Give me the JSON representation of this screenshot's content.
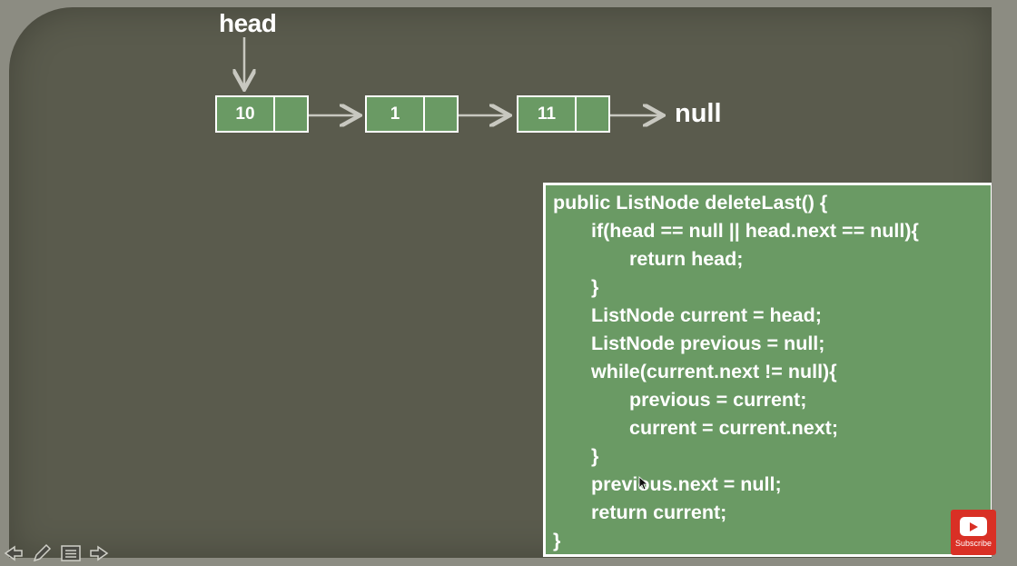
{
  "diagram": {
    "head_label": "head",
    "null_label": "null",
    "nodes": [
      {
        "value": "10"
      },
      {
        "value": "1"
      },
      {
        "value": "11"
      }
    ]
  },
  "code": {
    "lines": [
      "public ListNode deleteLast() {",
      "if(head == null || head.next == null){",
      "return head;",
      "}",
      "ListNode current = head;",
      "ListNode previous = null;",
      "while(current.next != null){",
      "previous = current;",
      "current = current.next;",
      "}",
      "previous.next = null;",
      "return current;",
      "}"
    ]
  },
  "overlay": {
    "subscribe_label": "Subscribe"
  },
  "toolbar": {
    "icons": [
      "back-arrow-icon",
      "pen-icon",
      "menu-icon",
      "forward-arrow-icon"
    ]
  },
  "colors": {
    "slide_background": "#5a5b4d",
    "node_fill": "#6a9a64",
    "code_box_fill": "#6a9a64",
    "subscribe_red": "#d93025"
  }
}
